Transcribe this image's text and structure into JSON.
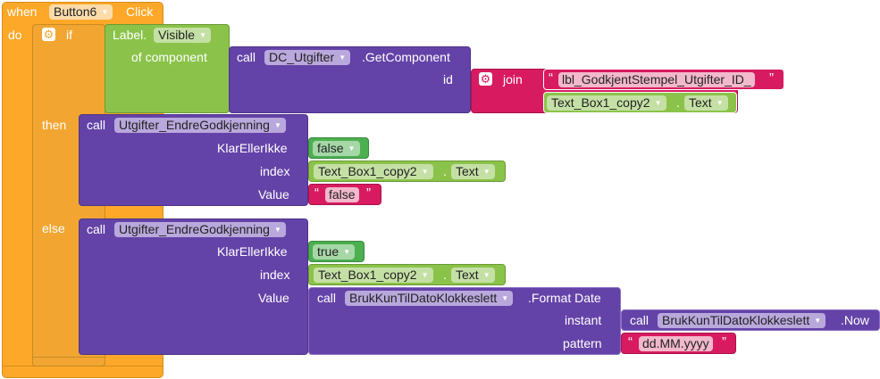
{
  "event": {
    "when": "when",
    "component": "Button6",
    "event_name": "Click",
    "do": "do"
  },
  "if_block": {
    "if": "if",
    "then": "then",
    "else": "else"
  },
  "condition": {
    "component_type": "Label.",
    "property": "Visible",
    "of_component": "of component",
    "call": "call",
    "component": "DC_Utgifter",
    "method": ".GetComponent",
    "id": "id",
    "join": "join",
    "string1": "lbl_GodkjentStempel_Utgifter_ID_",
    "textbox": "Text_Box1_copy2",
    "dot": ".",
    "textprop": "Text"
  },
  "then_call": {
    "call": "call",
    "procedure": "Utgifter_EndreGodkjenning",
    "param1": "KlarEllerIkke",
    "param1_value": "false",
    "param2": "index",
    "param2_textbox": "Text_Box1_copy2",
    "dot": ".",
    "param2_prop": "Text",
    "param3": "Value",
    "param3_value": "false"
  },
  "else_call": {
    "call": "call",
    "procedure": "Utgifter_EndreGodkjenning",
    "param1": "KlarEllerIkke",
    "param1_value": "true",
    "param2": "index",
    "param2_textbox": "Text_Box1_copy2",
    "dot": ".",
    "param2_prop": "Text",
    "param3": "Value",
    "format_call": "call",
    "format_component": "BrukKunTilDatoKlokkeslett",
    "format_method": ".Format Date",
    "instant": "instant",
    "now_call": "call",
    "now_component": "BrukKunTilDatoKlokkeslett",
    "now_method": ".Now",
    "pattern": "pattern",
    "pattern_value": "dd.MM.yyyy"
  },
  "colors": {
    "event": "#FDA829",
    "control": "#F2A631",
    "component": "#6443A8",
    "label": "#8BC34A",
    "text": "#D81B60",
    "logic": "#4CAF50"
  }
}
